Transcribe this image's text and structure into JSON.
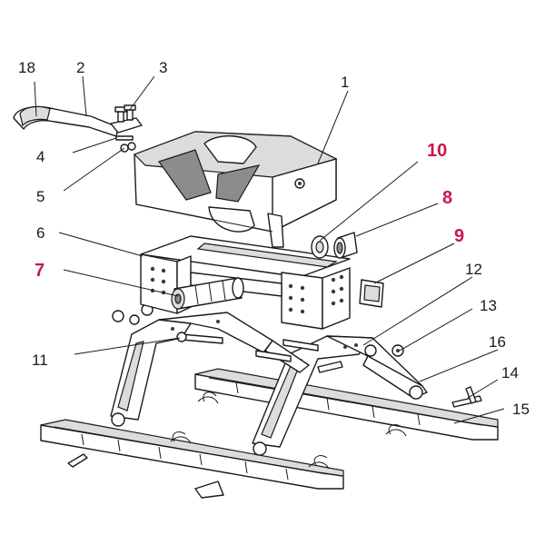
{
  "colors": {
    "line": "#1a1a1a",
    "highlight": "#c8194b",
    "fill": "#ffffff",
    "shade": "#dcdcdc"
  },
  "callouts": [
    {
      "id": "1",
      "text": "1",
      "highlight": false
    },
    {
      "id": "2",
      "text": "2",
      "highlight": false
    },
    {
      "id": "3",
      "text": "3",
      "highlight": false
    },
    {
      "id": "4",
      "text": "4",
      "highlight": false
    },
    {
      "id": "5",
      "text": "5",
      "highlight": false
    },
    {
      "id": "6",
      "text": "6",
      "highlight": false
    },
    {
      "id": "7",
      "text": "7",
      "highlight": true
    },
    {
      "id": "8",
      "text": "8",
      "highlight": true
    },
    {
      "id": "9",
      "text": "9",
      "highlight": true
    },
    {
      "id": "10",
      "text": "10",
      "highlight": true
    },
    {
      "id": "11",
      "text": "11",
      "highlight": false
    },
    {
      "id": "12",
      "text": "12",
      "highlight": false
    },
    {
      "id": "13",
      "text": "13",
      "highlight": false
    },
    {
      "id": "14",
      "text": "14",
      "highlight": false
    },
    {
      "id": "15",
      "text": "15",
      "highlight": false
    },
    {
      "id": "16",
      "text": "16",
      "highlight": false
    },
    {
      "id": "18",
      "text": "18",
      "highlight": false
    }
  ]
}
